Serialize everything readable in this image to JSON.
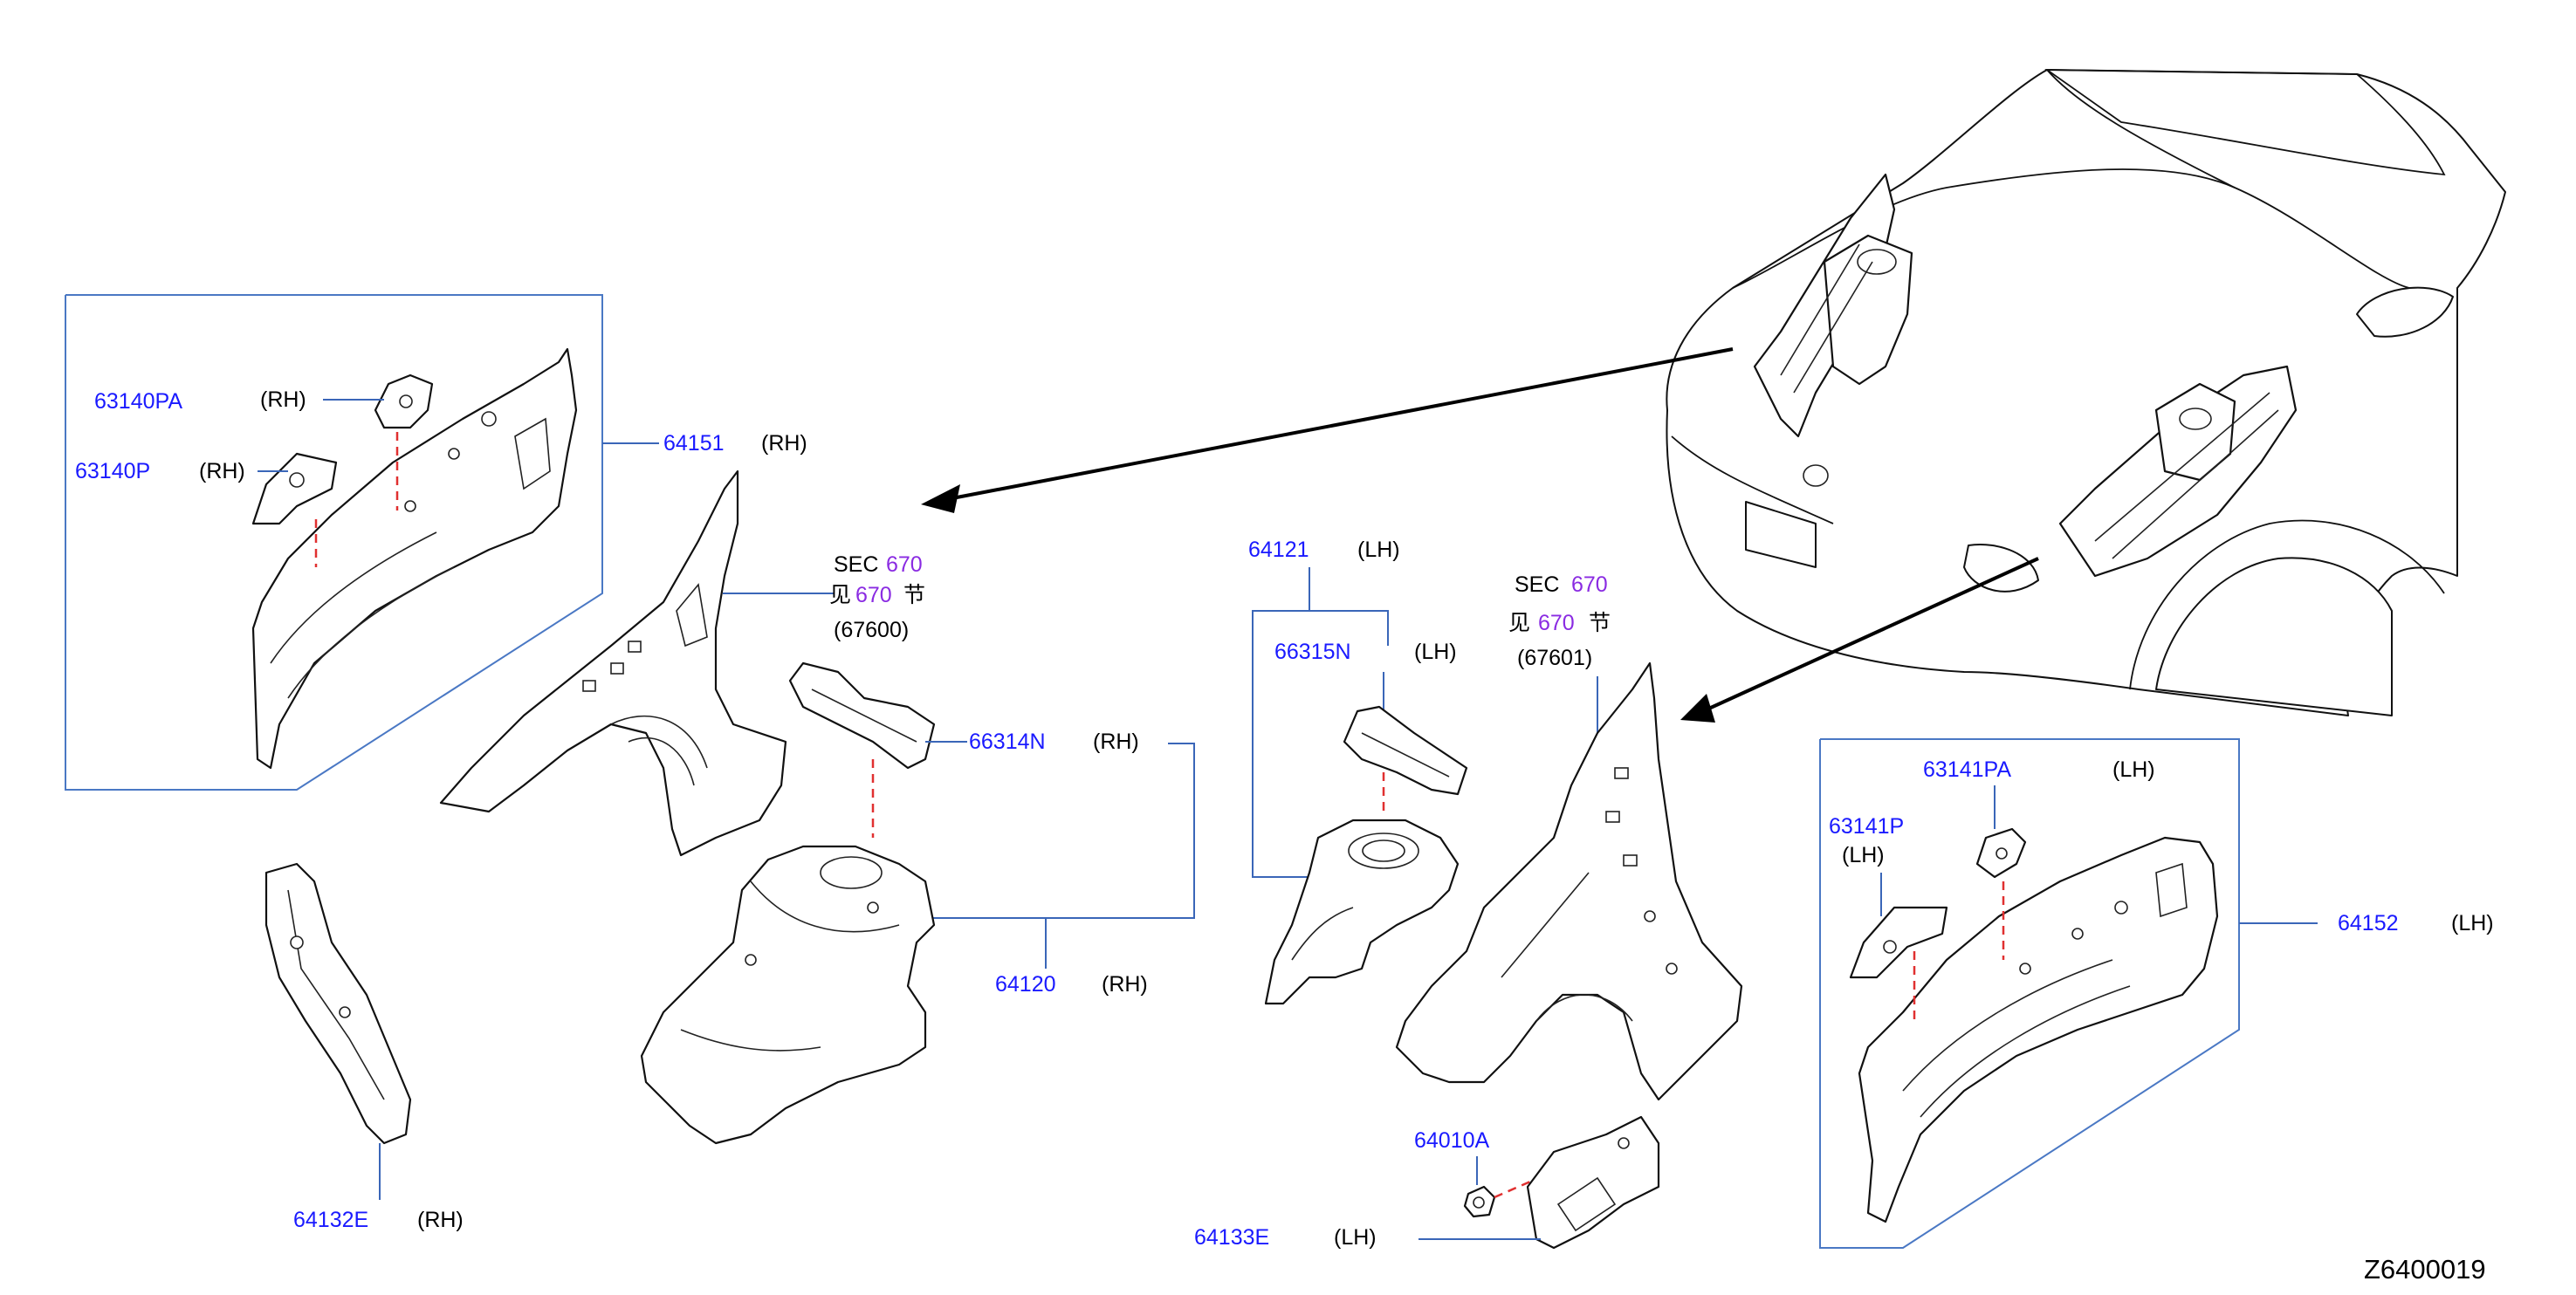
{
  "labels": {
    "p63140PA": "63140PA",
    "p63140PA_side": "(RH)",
    "p63140P": "63140P",
    "p63140P_side": "(RH)",
    "p64151": "64151",
    "p64151_side": "(RH)",
    "p66314N": "66314N",
    "p66314N_side": "(RH)",
    "p64120": "64120",
    "p64120_side": "(RH)",
    "p64132E": "64132E",
    "p64132E_side": "(RH)",
    "p64121": "64121",
    "p64121_side": "(LH)",
    "p66315N": "66315N",
    "p66315N_side": "(LH)",
    "p64010A": "64010A",
    "p64133E": "64133E",
    "p64133E_side": "(LH)",
    "p63141PA": "63141PA",
    "p63141PA_side": "(LH)",
    "p63141P": "63141P",
    "p63141P_side": "(LH)",
    "p64152": "64152",
    "p64152_side": "(LH)"
  },
  "section_refs": [
    {
      "sec": "SEC",
      "num": "670",
      "cn_pre": "见",
      "cn_num": "670",
      "cn_post": "节",
      "code": "(67600)"
    },
    {
      "sec": "SEC",
      "num": "670",
      "cn_pre": "见",
      "cn_num": "670",
      "cn_post": "节",
      "code": "(67601)"
    }
  ],
  "diagram_code": "Z6400019",
  "colors": {
    "part_number": "#1a1aff",
    "section_number": "#8a2be2",
    "leader": "#3a66b8",
    "assembly_dash": "#e03030"
  }
}
